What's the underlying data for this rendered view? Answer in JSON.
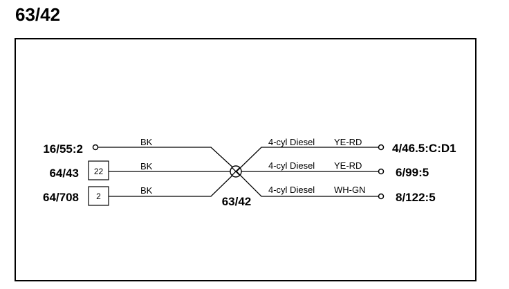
{
  "title": "63/42",
  "left_connectors": [
    {
      "ref": "16/55:2",
      "pin": "",
      "wire": "BK"
    },
    {
      "ref": "64/43",
      "pin": "22",
      "wire": "BK"
    },
    {
      "ref": "64/708",
      "pin": "2",
      "wire": "BK"
    }
  ],
  "splice_label": "63/42",
  "right_connectors": [
    {
      "condition": "4-cyl Diesel",
      "wire": "YE-RD",
      "ref": "4/46.5:C:D1"
    },
    {
      "condition": "4-cyl Diesel",
      "wire": "YE-RD",
      "ref": "6/99:5"
    },
    {
      "condition": "4-cyl Diesel",
      "wire": "WH-GN",
      "ref": "8/122:5"
    }
  ]
}
